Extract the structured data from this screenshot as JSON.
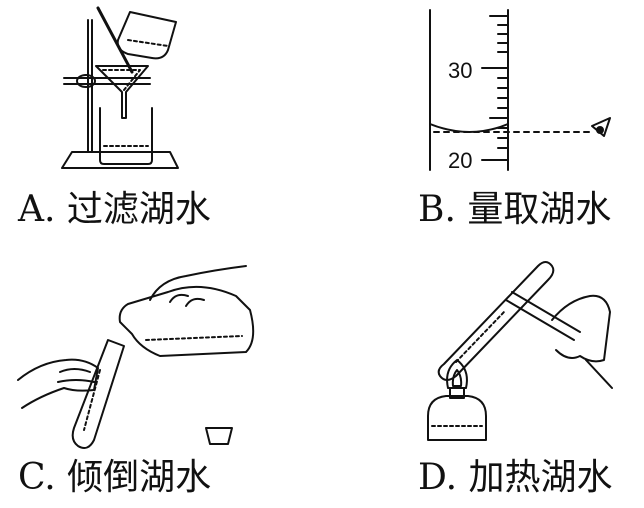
{
  "panels": {
    "a": {
      "caption": "A. 过滤湖水"
    },
    "b": {
      "caption": "B. 量取湖水",
      "ticks": {
        "upper": "30",
        "lower": "20"
      }
    },
    "c": {
      "caption": "C. 倾倒湖水"
    },
    "d": {
      "caption": "D. 加热湖水"
    }
  },
  "colors": {
    "ink": "#111111",
    "background": "#ffffff"
  }
}
